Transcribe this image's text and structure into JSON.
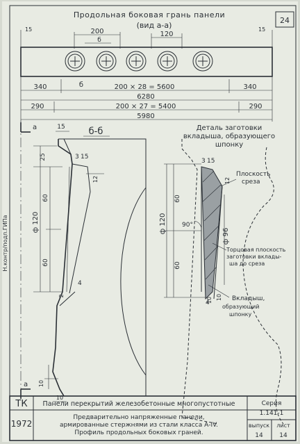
{
  "sheet": {
    "page_number": "24",
    "title_line1": "Продольная боковая грань панели",
    "title_line2": "(вид а-а)"
  },
  "elevation": {
    "dims_top": [
      "15",
      "200",
      "б",
      "120",
      "15"
    ],
    "dims_row1": [
      "340",
      "б",
      "200 × 28 = 5600",
      "340"
    ],
    "overall_1": "6280",
    "dims_row2": [
      "290",
      "200 × 27 = 5400",
      "290"
    ],
    "overall_2": "5980",
    "section_mark": "а"
  },
  "section_bb": {
    "title": "б-б",
    "dims": [
      "15",
      "25",
      "3",
      "15",
      "12",
      "60",
      "60",
      "ф 120",
      "4",
      "2",
      "10",
      "10"
    ]
  },
  "detail": {
    "title_line1": "Деталь заготовки",
    "title_line2": "вкладыша, образующего",
    "title_line3": "шпонку",
    "dims": [
      "3",
      "15",
      "12",
      "60",
      "60",
      "ф 120",
      "ф 96",
      "90°",
      "4",
      "10",
      "10"
    ],
    "label_plane": "Плоскость среза",
    "label_end_plane": "Торцовая плоскость заготовки вкладыша до среза",
    "label_insert": "Вкладыш, образующий шпонку"
  },
  "side_stamp": "Н.контр/подп.ГИПа",
  "title_block": {
    "code": "ТК",
    "year": "1972",
    "name_line1": "Панели перекрытий железобетонные многопустотные",
    "desc_line1": "Предварительно напряженные панели,",
    "desc_line2": "армированные стержнями из стали класса А-IV.",
    "desc_line3": "Профиль продольных боковых граней.",
    "series_label": "Серия",
    "series_value": "1.141-1",
    "issue_label": "выпуск",
    "issue_value": "14",
    "sheet_label": "лист",
    "sheet_value": "14"
  }
}
